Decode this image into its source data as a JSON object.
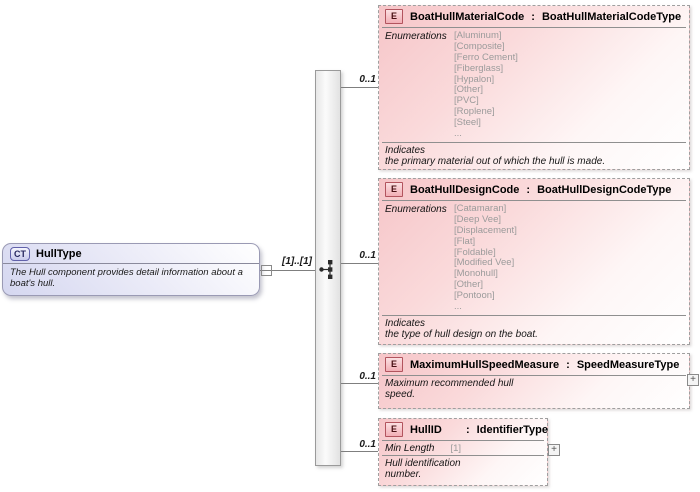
{
  "diagram": {
    "colon": ":",
    "icons": {
      "expand": "+"
    },
    "complex_type": {
      "badge": "CT",
      "name": "HullType",
      "description": "The Hull component provides detail information about a boat's hull."
    },
    "root_cardinality": "[1]..[1]",
    "elements": [
      {
        "badge": "E",
        "name": "BoatHullMaterialCode",
        "type": "BoatHullMaterialCodeType",
        "cardinality": "0..1",
        "enum_label": "Enumerations",
        "enumerations": [
          "[Aluminum]",
          "[Composite]",
          "[Ferro Cement]",
          "[Fiberglass]",
          "[Hypalon]",
          "[Other]",
          "[PVC]",
          "[Roplene]",
          "[Steel]",
          "..."
        ],
        "annotation_lines": [
          "Indicates",
          "the primary material out of which the hull is made."
        ]
      },
      {
        "badge": "E",
        "name": "BoatHullDesignCode",
        "type": "BoatHullDesignCodeType",
        "cardinality": "0..1",
        "enum_label": "Enumerations",
        "enumerations": [
          "[Catamaran]",
          "[Deep Vee]",
          "[Displacement]",
          "[Flat]",
          "[Foldable]",
          "[Modified Vee]",
          "[Monohull]",
          "[Other]",
          "[Pontoon]",
          "..."
        ],
        "annotation_lines": [
          "Indicates",
          "the type of hull design on the boat."
        ]
      },
      {
        "badge": "E",
        "name": "MaximumHullSpeedMeasure",
        "type": "SpeedMeasureType",
        "cardinality": "0..1",
        "annotation_lines": [
          "Maximum recommended hull",
          "speed."
        ]
      },
      {
        "badge": "E",
        "name": "HullID",
        "type": "IdentifierType",
        "cardinality": "0..1",
        "facet_label": "Min Length",
        "facet_value": "[1]",
        "annotation_lines": [
          "Hull identification",
          "number."
        ]
      }
    ]
  }
}
